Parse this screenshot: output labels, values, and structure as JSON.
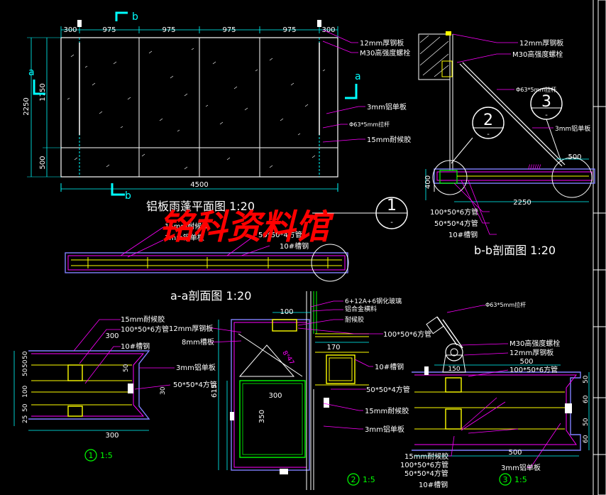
{
  "plan": {
    "top_dims": [
      "300",
      "975",
      "975",
      "975",
      "975",
      "300"
    ],
    "total_width": "4500",
    "height_total": "2250",
    "height_upper": "1750",
    "height_lower": "500",
    "title": "铝板雨蓬平面图 1:20",
    "label_a": "a",
    "label_b": "b",
    "notes": [
      "12mm厚钢板",
      "M30高强度螺栓",
      "3mm铝单板",
      "Φ63*5mm拉杆",
      "15mm耐候胶"
    ]
  },
  "watermark": "铭科资料馆",
  "section_aa": {
    "title": "a-a剖面图 1:20",
    "callout": "1",
    "callout_sub": "-",
    "notes": [
      "15mm耐候胶",
      "3mm铝单板",
      "50*50*4方管",
      "10#槽钢"
    ]
  },
  "section_bb": {
    "title": "b-b剖面图 1:20",
    "callout2": "2",
    "callout3": "3",
    "callout_sub": "-",
    "dims": [
      "500",
      "400",
      "2250"
    ],
    "notes_top": [
      "12mm厚钢板",
      "M30高强度螺栓",
      "Φ63*5mm拉杆",
      "3mm铝单板"
    ],
    "notes_bottom": [
      "100*50*6方管",
      "50*50*4方管",
      "10#槽钢"
    ],
    "hatch_label": "//////"
  },
  "detail1": {
    "label": "1",
    "scale": "1:5",
    "notes": [
      "15mm耐候胶",
      "100*50*6方管",
      "300",
      "10#槽钢",
      "3mm铝单板",
      "50*50*4方管"
    ],
    "dims_left": [
      "50",
      "50",
      "50",
      "100",
      "50",
      "25"
    ],
    "dims_right": [
      "50",
      "30"
    ],
    "bottom_dim": "300"
  },
  "detail2": {
    "label": "2",
    "scale": "1:5",
    "notes": [
      "6+12A+6钢化玻璃",
      "铝合金横料",
      "耐候胶",
      "100*50*6方管",
      "12mm厚钢板",
      "8mm槽板",
      "10#槽钢",
      "50*50*4方管",
      "15mm耐候胶",
      "3mm铝单板"
    ],
    "dims": [
      "100",
      "170",
      "300",
      "350",
      "615",
      "8°",
      "47"
    ]
  },
  "detail3": {
    "label": "3",
    "scale": "1:5",
    "notes": [
      "Φ63*5mm拉杆",
      "M30高强度螺栓",
      "12mm厚钢板",
      "100*50*6方管",
      "15mm耐候胶",
      "100*50*6方管",
      "50*50*4方管",
      "10#槽钢",
      "3mm铝单板"
    ],
    "dims": [
      "500",
      "500",
      "150",
      "50",
      "60",
      "50",
      "60"
    ]
  },
  "colors": {
    "cyan": "#00ffff",
    "white": "#ffffff",
    "yellow": "#ffff00",
    "magenta": "#ff00ff",
    "green": "#00ff00",
    "red": "#ff0000",
    "panel": "#8080ff"
  }
}
